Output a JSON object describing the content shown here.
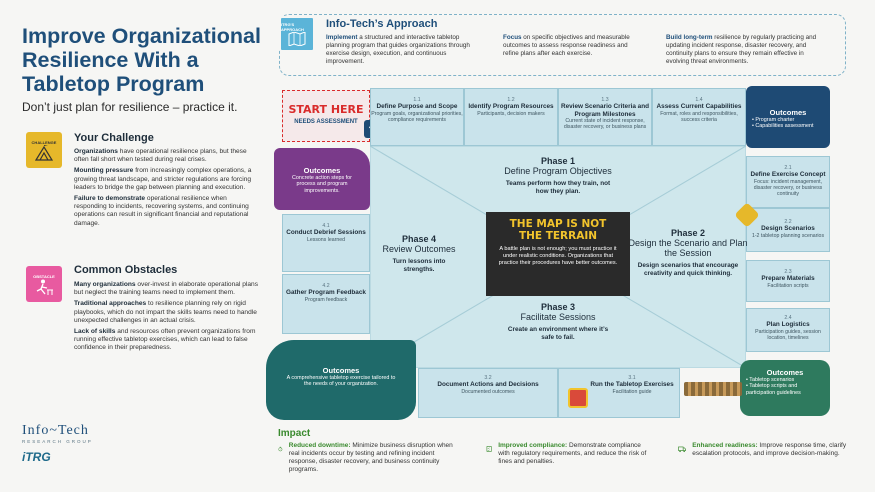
{
  "header": {
    "title": "Improve Organizational Resilience With a Tabletop Program",
    "subtitle": "Don’t just plan for resilience – practice it."
  },
  "challenge": {
    "icon_label": "CHALLENGE",
    "heading": "Your Challenge",
    "items": [
      {
        "bold": "Organizations",
        "text": " have operational resilience plans, but these often fall short when tested during real crises."
      },
      {
        "bold": "Mounting pressure",
        "text": " from increasingly complex operations, a growing threat landscape, and stricter regulations are forcing leaders to bridge the gap between planning and execution."
      },
      {
        "bold": "Failure to demonstrate",
        "text": " operational resilience when responding to incidents, recovering systems, and continuing operations can result in significant financial and reputational damage."
      }
    ]
  },
  "obstacles": {
    "icon_label": "OBSTACLE",
    "heading": "Common Obstacles",
    "items": [
      {
        "bold": "Many organizations",
        "text": " over-invest in elaborate operational plans but neglect the training teams need to implement them."
      },
      {
        "bold": "Traditional approaches",
        "text": " to resilience planning rely on rigid playbooks, which do not impart the skills teams need to handle unexpected challenges in an actual crisis."
      },
      {
        "bold": "Lack of skills",
        "text": " and resources often prevent organizations from running effective tabletop exercises, which can lead to false confidence in their preparedness."
      }
    ]
  },
  "logos": {
    "infotech": "Info~Tech",
    "infotech_sub": "RESEARCH GROUP",
    "itrg": "iTRG"
  },
  "approach": {
    "icon_label": "ITRG'S APPROACH",
    "heading": "Info-Tech’s Approach",
    "cols": [
      {
        "bold": "Implement",
        "text": " a structured and interactive tabletop planning program that guides organizations through exercise design, execution, and continuous improvement."
      },
      {
        "bold": "Focus",
        "text": " on specific objectives and measurable outcomes to assess response readiness and refine plans after each exercise."
      },
      {
        "bold": "Build long-term",
        "text": " resilience by regularly practicing and updating incident response, disaster recovery, and continuity plans to ensure they remain effective in evolving threat environments."
      }
    ]
  },
  "board": {
    "start_here": "START HERE",
    "needs_assessment": "NEEDS ASSESSMENT",
    "top_tiles": [
      {
        "n": "1.1",
        "h": "Define Purpose and Scope",
        "d": "Program goals, organizational priorities, compliance requirements"
      },
      {
        "n": "1.2",
        "h": "Identify Program Resources",
        "d": "Participants, decision makers"
      },
      {
        "n": "1.3",
        "h": "Review Scenario Criteria and Program Milestones",
        "d": "Current state of incident response, disaster recovery, or business plans"
      },
      {
        "n": "1.4",
        "h": "Assess Current Capabilities",
        "d": "Format, roles and responsibilities, success criteria"
      }
    ],
    "right_tiles": [
      {
        "n": "2.1",
        "h": "Define Exercise Concept",
        "d": "Focus: incident management, disaster recovery, or business continuity"
      },
      {
        "n": "2.2",
        "h": "Design Scenarios",
        "d": "1-2 tabletop planning scenarios"
      },
      {
        "n": "2.3",
        "h": "Prepare Materials",
        "d": "Facilitation scripts"
      },
      {
        "n": "2.4",
        "h": "Plan Logistics",
        "d": "Participation guides, session location, timelines"
      }
    ],
    "bottom_tiles": [
      {
        "n": "3.2",
        "h": "Document Actions and Decisions",
        "d": "Documented outcomes"
      },
      {
        "n": "3.1",
        "h": "Run the Tabletop Exercises",
        "d": "Facilitation guide"
      }
    ],
    "left_tiles": [
      {
        "n": "4.1",
        "h": "Conduct Debrief Sessions",
        "d": "Lessons learned"
      },
      {
        "n": "4.2",
        "h": "Gather Program Feedback",
        "d": "Program feedback"
      }
    ],
    "outcomes": {
      "heading": "Outcomes",
      "top_right": [
        "Program charter",
        "Capabilities assessment"
      ],
      "bottom_right": [
        "Tabletop scenarios",
        "Tabletop scripts and participation guidelines"
      ],
      "bottom_left": "A comprehensive tabletop exercise tailored to the needs of your organization.",
      "top_left": "Concrete action steps for process and program improvements."
    },
    "phases": {
      "p1": {
        "h": "Phase 1",
        "s": "Define Program Objectives",
        "d": "Teams perform how they train, not how they plan."
      },
      "p2": {
        "h": "Phase 2",
        "s": "Design the Scenario and Plan the Session",
        "d": "Design scenarios that encourage creativity and quick thinking."
      },
      "p3": {
        "h": "Phase 3",
        "s": "Facilitate Sessions",
        "d": "Create an environment where it’s safe to fail."
      },
      "p4": {
        "h": "Phase 4",
        "s": "Review Outcomes",
        "d": "Turn lessons into strengths."
      }
    },
    "center": {
      "headline": "THE MAP IS NOT THE TERRAIN",
      "text": "A battle plan is not enough; you must practice it under realistic conditions. Organizations that practice their procedures have better outcomes."
    }
  },
  "impact": {
    "heading": "Impact",
    "items": [
      {
        "bold": "Reduced downtime:",
        "text": " Minimize business disruption when real incidents occur by testing and refining incident response, disaster recovery, and business continuity programs."
      },
      {
        "bold": "Improved compliance:",
        "text": " Demonstrate compliance with regulatory requirements, and reduce the risk of fines and penalties."
      },
      {
        "bold": "Enhanced readiness:",
        "text": " Improve response time, clarify escalation protocols, and improve decision-making."
      }
    ]
  },
  "colors": {
    "title_blue": "#1f4f7a",
    "challenge_gold": "#e6b82a",
    "obstacle_pink": "#e85aa0",
    "approach_blue": "#5bb4d8",
    "outcome_purple": "#7a3a8a",
    "outcome_navy": "#1e4a74",
    "outcome_teal": "#1f6a6a",
    "outcome_green": "#2e7a5e",
    "impact_green": "#3a8a2e",
    "start_red": "#d92b2b",
    "center_gold": "#f2c42c"
  }
}
